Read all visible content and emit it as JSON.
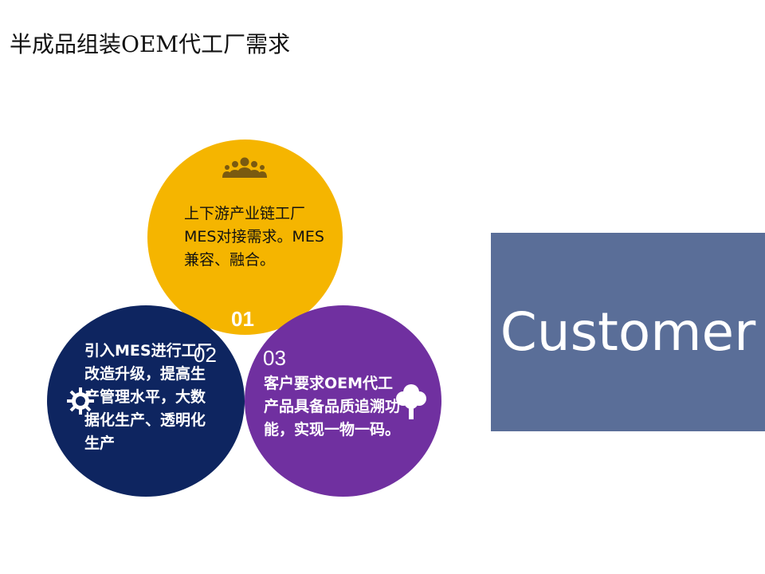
{
  "title": "半成品组装OEM代工厂需求",
  "colors": {
    "circle1": "#f5b500",
    "circle2": "#0e2560",
    "circle3": "#7030a0",
    "customer_box": "#5a6e98"
  },
  "circles": [
    {
      "number": "01",
      "text": "上下游产业链工厂MES对接需求。MES兼容、融合。",
      "icon": "people-icon"
    },
    {
      "number": "02",
      "text": "引入MES进行工厂改造升级，提高生产管理水平，大数据化生产、透明化生产",
      "icon": "gear-icon"
    },
    {
      "number": "03",
      "text": "客户要求OEM代工产品具备品质追溯功能，实现一物一码。",
      "icon": "tree-icon"
    }
  ],
  "customer": "Customer"
}
